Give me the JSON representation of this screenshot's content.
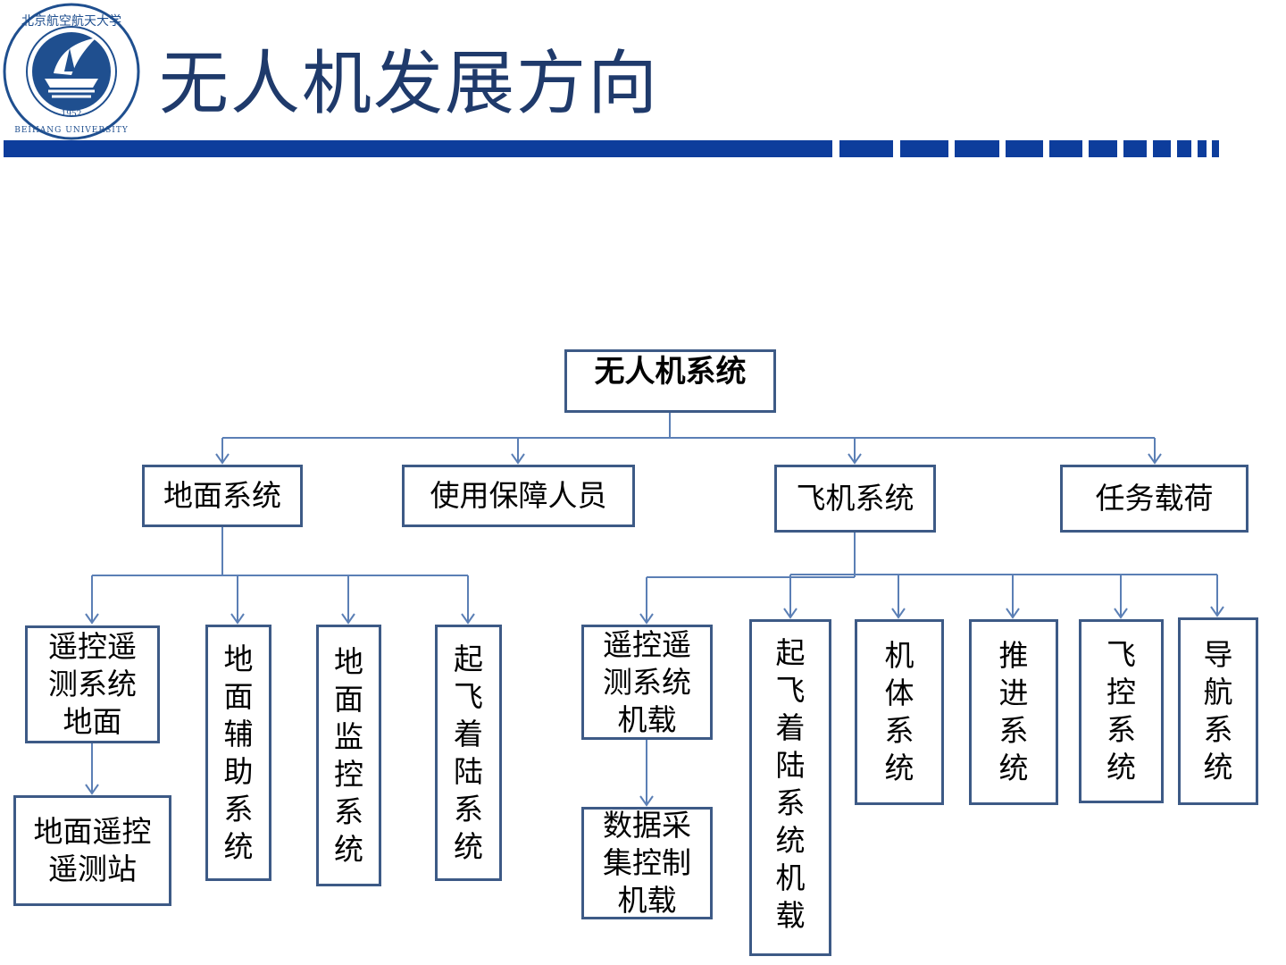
{
  "header": {
    "title": "无人机发展方向",
    "logo": {
      "top_text": "北京航空航天大学",
      "bottom_text": "BEIHANG UNIVERSITY",
      "year": "1952"
    }
  },
  "colors": {
    "title": "#1f3a6b",
    "bar": "#0d3d9c",
    "box_border": "#3d5a86",
    "connector": "#5b7fb5"
  },
  "diagram": {
    "root": "无人机系统",
    "level1": {
      "ground": "地面系统",
      "personnel": "使用保障人员",
      "aircraft": "飞机系统",
      "payload": "任务载荷"
    },
    "ground_children": {
      "ttc_ground": "遥控遥测系统地面",
      "ttc_station": "地面遥控遥测站",
      "aux": "地面辅助系统",
      "monitor": "地面监控系统",
      "takeoff_landing": "起飞着陆系统"
    },
    "aircraft_children": {
      "ttc_airborne": "遥控遥测系统机载",
      "data_acq": "数据采集控制机载",
      "takeoff_landing_airborne": "起飞着陆系统机载",
      "airframe": "机体系统",
      "propulsion": "推进系统",
      "flight_control": "飞控系统",
      "navigation": "导航系统"
    }
  }
}
